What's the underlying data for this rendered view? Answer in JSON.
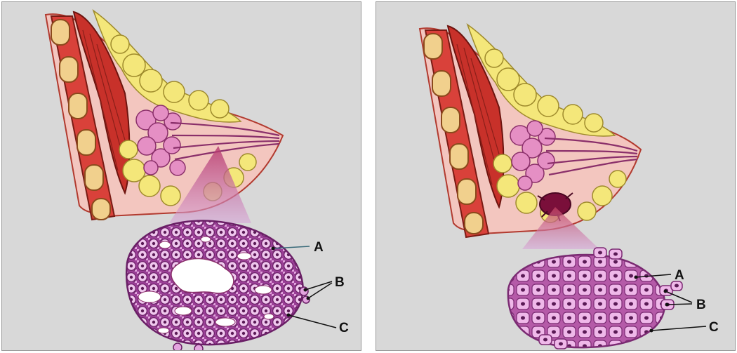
{
  "panels": [
    {
      "callouts": {
        "a": "A",
        "b": "B",
        "c": "C"
      }
    },
    {
      "callouts": {
        "a": "A",
        "b": "B",
        "c": "C"
      }
    }
  ],
  "colors": {
    "background": "#d8d8d8",
    "muscle": "#c8312a",
    "fat": "#f4e77a",
    "skin": "#f3c6bf",
    "lobule": "#e58fc4",
    "tumor": "#7a0f3a",
    "cell_fill": "#e8a6df",
    "nucleus": "#5a1a55"
  }
}
